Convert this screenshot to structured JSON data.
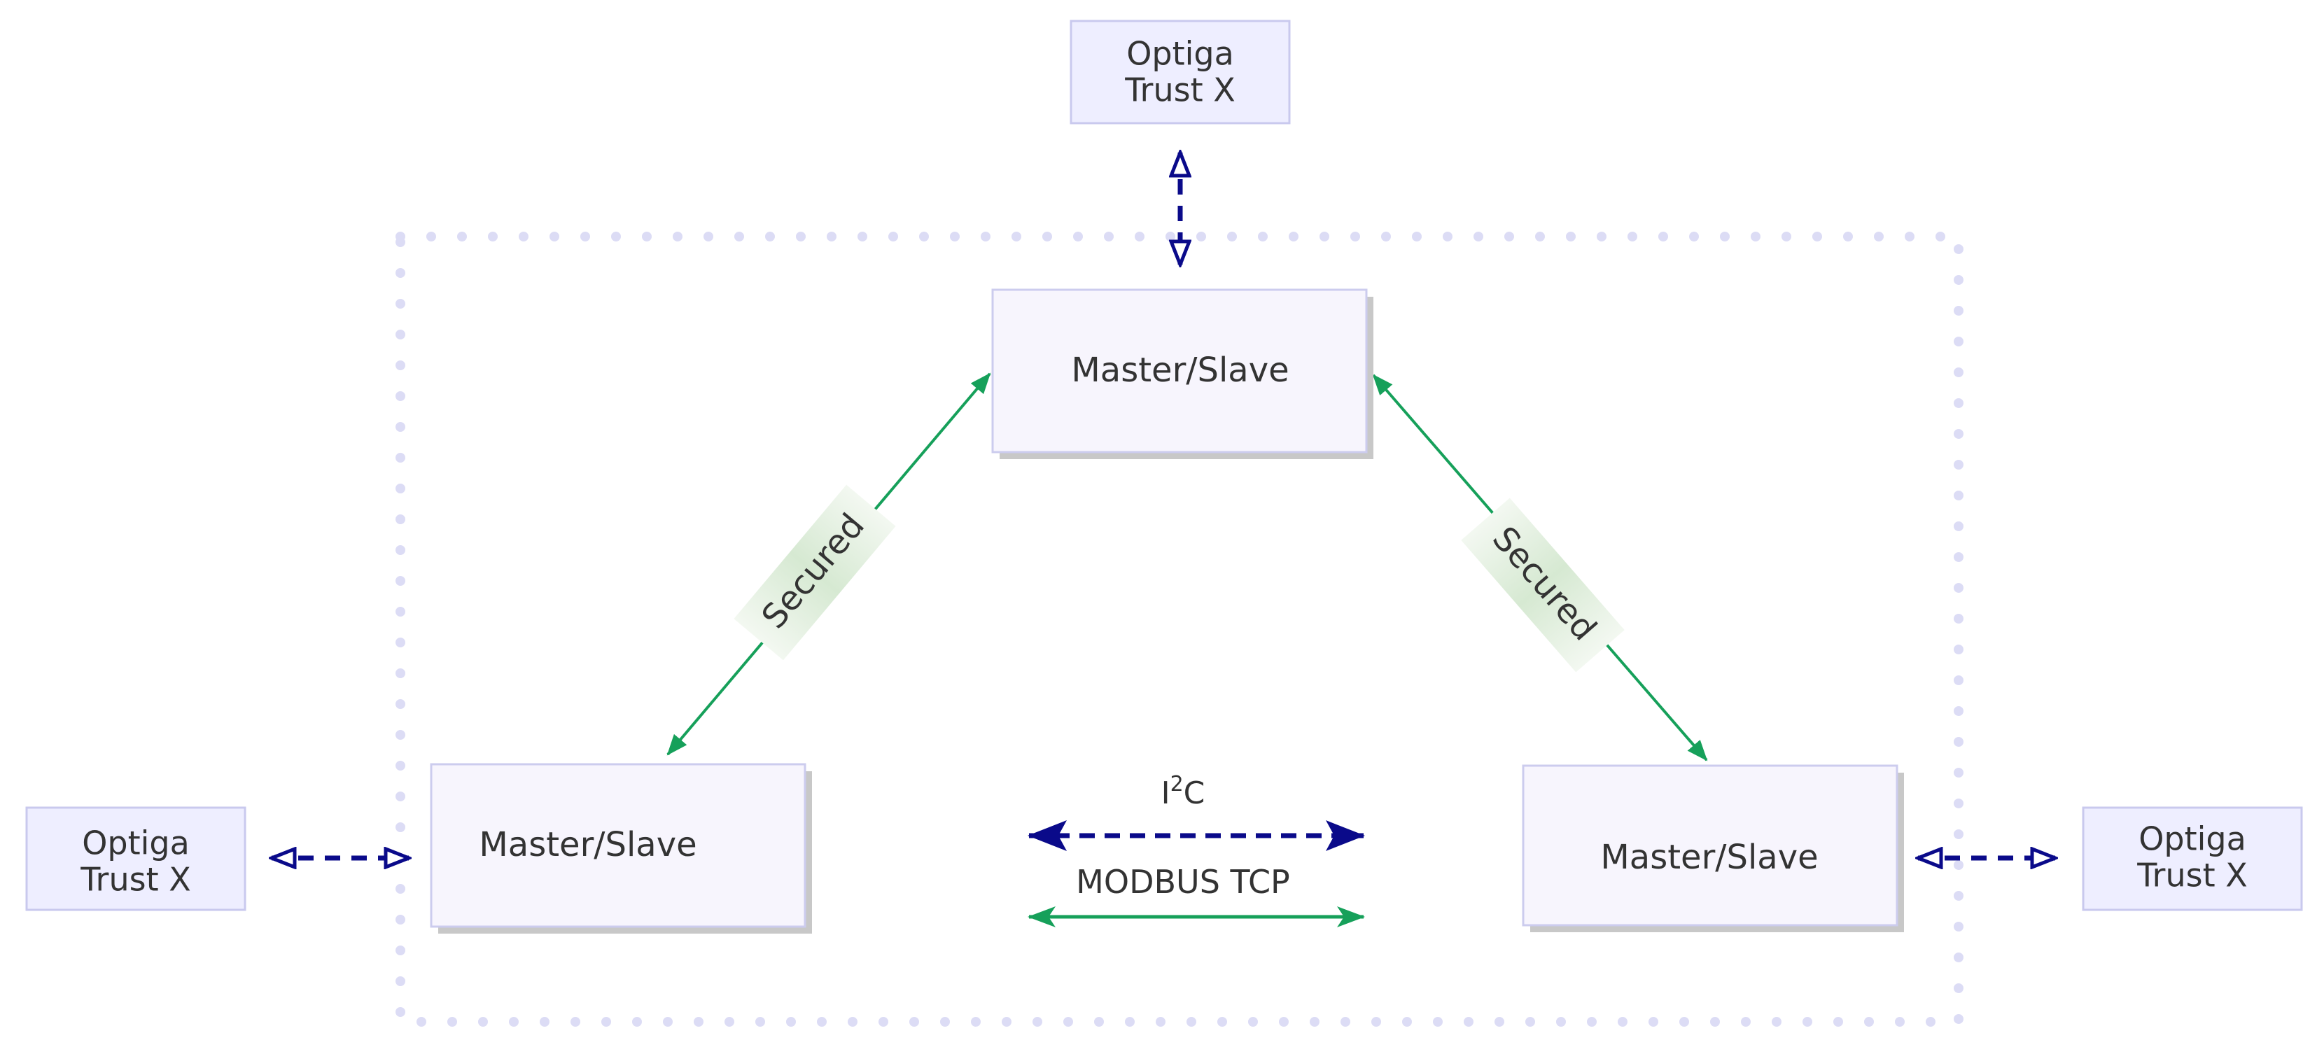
{
  "nodes": {
    "master_top": {
      "label": "Master/Slave"
    },
    "master_left": {
      "label": "Master/Slave"
    },
    "master_right": {
      "label": "Master/Slave"
    },
    "optiga_top": {
      "line1": "Optiga",
      "line2": "Trust X"
    },
    "optiga_left": {
      "line1": "Optiga",
      "line2": "Trust X"
    },
    "optiga_right": {
      "line1": "Optiga",
      "line2": "Trust X"
    }
  },
  "edges": {
    "secured_left": {
      "label": "Secured"
    },
    "secured_right": {
      "label": "Secured"
    }
  },
  "legend": {
    "i2c": {
      "base": "I",
      "sup": "2",
      "tail": "C"
    },
    "modbus": {
      "label": "MODBUS TCP"
    }
  },
  "colors": {
    "i2c_link": "#0a0a8a",
    "modbus_link": "#16a05a",
    "node_fill": "#f7f5fd",
    "optiga_fill": "#eeeeff",
    "boundary": "#dcdcf5",
    "secured_fill": "#dcebd8"
  }
}
